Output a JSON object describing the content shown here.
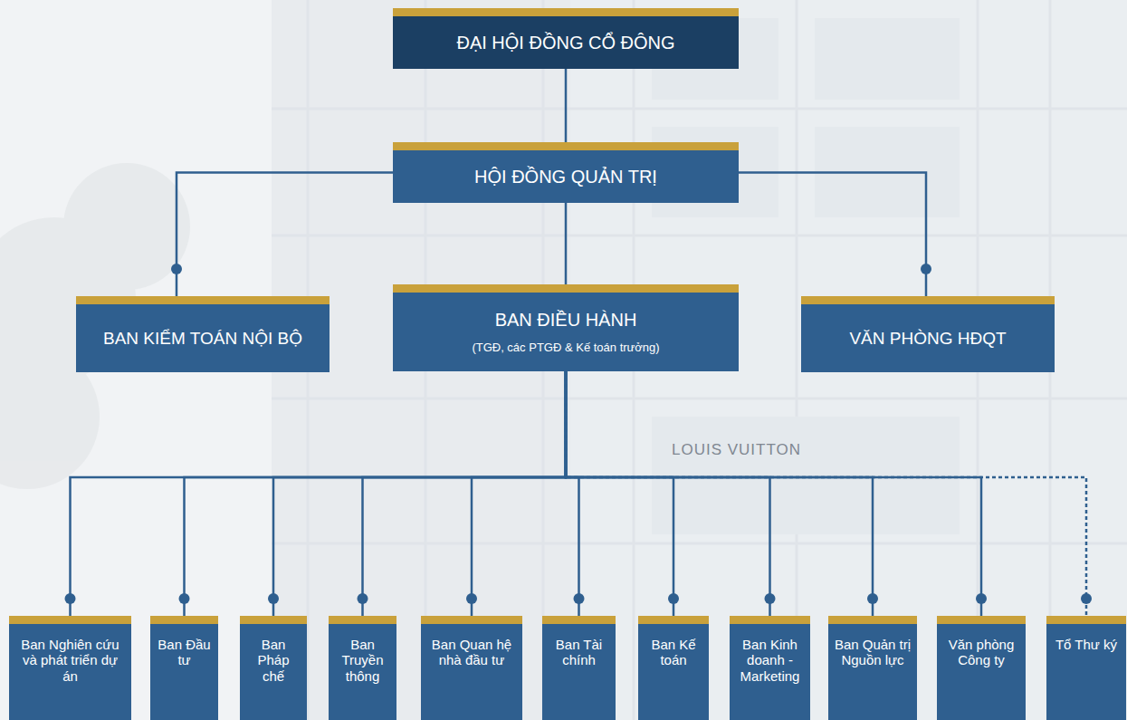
{
  "diagram": {
    "nodes": [
      {
        "text": [
          "ĐẠI HỘI ĐỒNG CỔ ĐÔNG"
        ]
      },
      {
        "text": [
          "HỘI ĐỒNG QUẢN TRỊ"
        ]
      },
      {
        "text": [
          "BAN KIỂM TOÁN NỘI BỘ"
        ]
      },
      {
        "text": [
          "BAN ĐIỀU HÀNH",
          "(TGĐ, các PTGĐ & Kế toán trưởng)"
        ]
      },
      {
        "text": [
          "VĂN PHÒNG HĐQT"
        ]
      },
      {
        "text": [
          "Ban Nghiên cứu và phát triển dự án"
        ]
      },
      {
        "text": [
          "Ban Đầu tư"
        ]
      },
      {
        "text": [
          "Ban Pháp chế"
        ]
      },
      {
        "text": [
          "Ban Truyền thông"
        ]
      },
      {
        "text": [
          "Ban Quan hệ nhà đầu tư"
        ]
      },
      {
        "text": [
          "Ban Tài chính"
        ]
      },
      {
        "text": [
          "Ban Kế toán"
        ]
      },
      {
        "text": [
          "Ban Kinh doanh - Marketing"
        ]
      },
      {
        "text": [
          "Ban Quản trị Nguồn lực"
        ]
      },
      {
        "text": [
          "Văn phòng Công ty"
        ]
      },
      {
        "text": [
          "Tổ Thư ký"
        ]
      }
    ],
    "edges": [
      {
        "from": 0,
        "to": 1,
        "arrow": "none"
      },
      {
        "from": 1,
        "to": 2,
        "arrow": "none"
      },
      {
        "from": 1,
        "to": 3,
        "arrow": "none"
      },
      {
        "from": 1,
        "to": 4,
        "arrow": "none"
      },
      {
        "from": 3,
        "to": 5,
        "arrow": "none"
      },
      {
        "from": 3,
        "to": 6,
        "arrow": "none"
      },
      {
        "from": 3,
        "to": 7,
        "arrow": "none"
      },
      {
        "from": 3,
        "to": 8,
        "arrow": "none"
      },
      {
        "from": 3,
        "to": 9,
        "arrow": "none"
      },
      {
        "from": 3,
        "to": 10,
        "arrow": "none"
      },
      {
        "from": 3,
        "to": 11,
        "arrow": "none"
      },
      {
        "from": 3,
        "to": 12,
        "arrow": "none"
      },
      {
        "from": 3,
        "to": 13,
        "arrow": "none"
      },
      {
        "from": 3,
        "to": 14,
        "arrow": "none"
      },
      {
        "from": 3,
        "to": 15,
        "arrow": "none"
      }
    ],
    "labels": [
      "LOUIS VUITTON"
    ]
  }
}
